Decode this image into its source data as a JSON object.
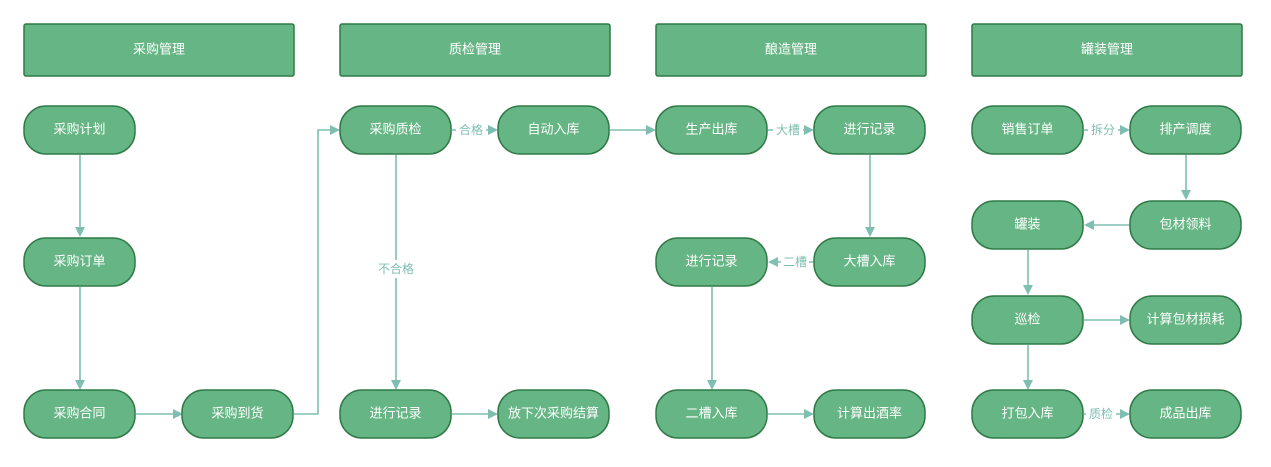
{
  "headers": {
    "procurement": "采购管理",
    "quality": "质检管理",
    "brewing": "酿造管理",
    "canning": "罐装管理"
  },
  "nodes": {
    "purchase_plan": "采购计划",
    "purchase_order": "采购订单",
    "purchase_contract": "采购合同",
    "purchase_arrival": "采购到货",
    "purchase_qc": "采购质检",
    "auto_warehouse": "自动入库",
    "qc_record": "进行记录",
    "next_settlement": "放下次采购结算",
    "production_out": "生产出库",
    "brew_record_1": "进行记录",
    "big_tank_in": "大槽入库",
    "brew_record_2": "进行记录",
    "second_tank_in": "二槽入库",
    "calc_yield": "计算出酒率",
    "sales_order": "销售订单",
    "scheduling": "排产调度",
    "canning": "罐装",
    "packaging_material": "包材领料",
    "inspection": "巡检",
    "calc_packaging_loss": "计算包材损耗",
    "pack_warehouse": "打包入库",
    "product_out": "成品出库"
  },
  "edge_labels": {
    "qualified": "合格",
    "unqualified": "不合格",
    "big_tank": "大槽",
    "second_tank": "二槽",
    "split": "拆分",
    "quality_check": "质检"
  },
  "colors": {
    "node_fill": "#66b584",
    "node_border": "#2f7a46",
    "edge": "#7fbfb1"
  }
}
